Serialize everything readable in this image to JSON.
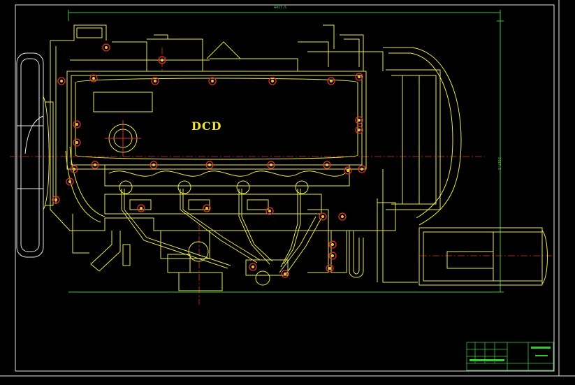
{
  "drawing": {
    "brand_text": "DCD",
    "dim_width": "4417.5",
    "dim_height": "2917.5"
  },
  "colors": {
    "background": "#000000",
    "outline": "#e8e84a",
    "centerline": "#e03030",
    "dimension": "#38c838",
    "border": "#e6e6e6"
  }
}
